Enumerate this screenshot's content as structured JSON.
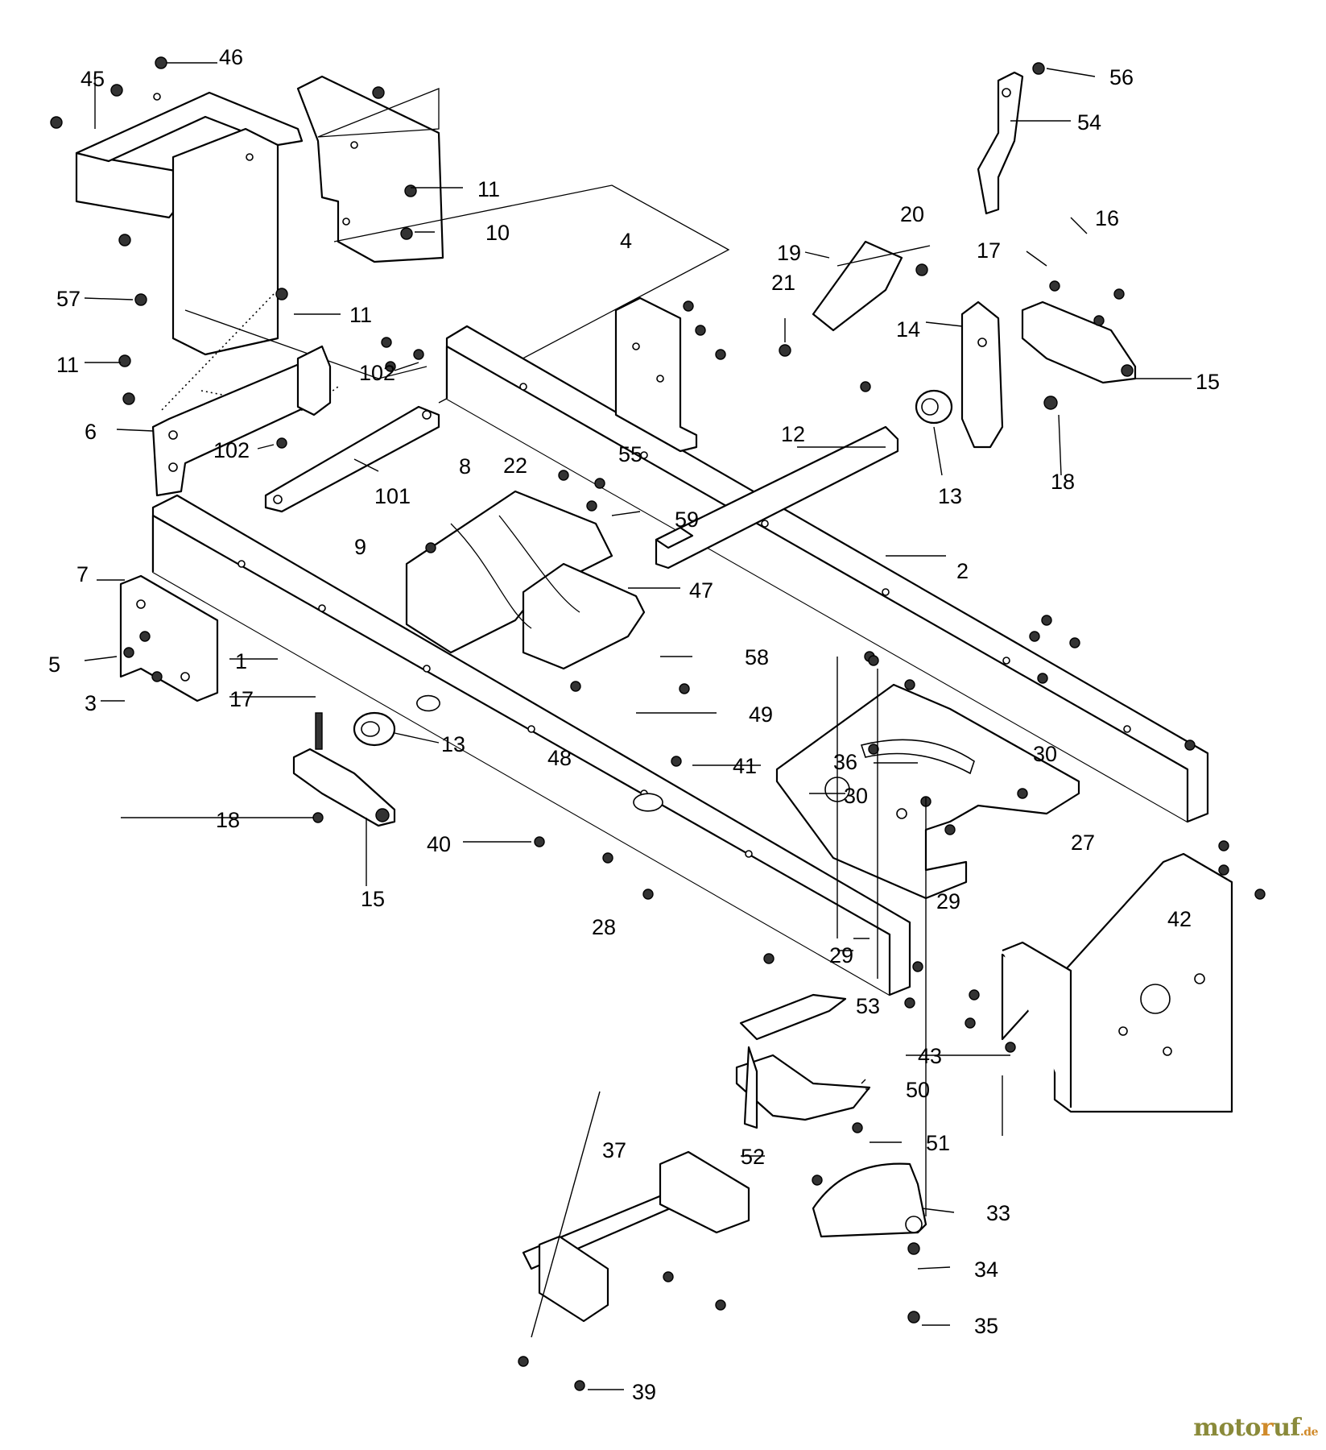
{
  "diagram": {
    "labels": [
      {
        "id": "l46a",
        "text": "46"
      },
      {
        "id": "l45",
        "text": "45"
      },
      {
        "id": "l11a",
        "text": "11"
      },
      {
        "id": "l10",
        "text": "10"
      },
      {
        "id": "l57",
        "text": "57"
      },
      {
        "id": "l11b",
        "text": "11"
      },
      {
        "id": "l11c",
        "text": "11"
      },
      {
        "id": "l102a",
        "text": "102"
      },
      {
        "id": "l6",
        "text": "6"
      },
      {
        "id": "l102b",
        "text": "102"
      },
      {
        "id": "l101",
        "text": "101"
      },
      {
        "id": "l7",
        "text": "7"
      },
      {
        "id": "l4",
        "text": "4"
      },
      {
        "id": "l8",
        "text": "8"
      },
      {
        "id": "l22",
        "text": "22"
      },
      {
        "id": "l55",
        "text": "55"
      },
      {
        "id": "l59",
        "text": "59"
      },
      {
        "id": "l9",
        "text": "9"
      },
      {
        "id": "l47",
        "text": "47"
      },
      {
        "id": "l58",
        "text": "58"
      },
      {
        "id": "l49",
        "text": "49"
      },
      {
        "id": "l5",
        "text": "5"
      },
      {
        "id": "l1",
        "text": "1"
      },
      {
        "id": "l3",
        "text": "3"
      },
      {
        "id": "l17a",
        "text": "17"
      },
      {
        "id": "l13a",
        "text": "13"
      },
      {
        "id": "l48",
        "text": "48"
      },
      {
        "id": "l18a",
        "text": "18"
      },
      {
        "id": "l15a",
        "text": "15"
      },
      {
        "id": "l40",
        "text": "40"
      },
      {
        "id": "l41",
        "text": "41"
      },
      {
        "id": "l28",
        "text": "28"
      },
      {
        "id": "l36",
        "text": "36"
      },
      {
        "id": "l30a",
        "text": "30"
      },
      {
        "id": "l30b",
        "text": "30"
      },
      {
        "id": "l27",
        "text": "27"
      },
      {
        "id": "l29a",
        "text": "29"
      },
      {
        "id": "l29b",
        "text": "29"
      },
      {
        "id": "l42",
        "text": "42"
      },
      {
        "id": "l43",
        "text": "43"
      },
      {
        "id": "l53",
        "text": "53"
      },
      {
        "id": "l50",
        "text": "50"
      },
      {
        "id": "l51",
        "text": "51"
      },
      {
        "id": "l52",
        "text": "52"
      },
      {
        "id": "l33",
        "text": "33"
      },
      {
        "id": "l34",
        "text": "34"
      },
      {
        "id": "l35",
        "text": "35"
      },
      {
        "id": "l37",
        "text": "37"
      },
      {
        "id": "l39",
        "text": "39"
      },
      {
        "id": "l56",
        "text": "56"
      },
      {
        "id": "l54",
        "text": "54"
      },
      {
        "id": "l20",
        "text": "20"
      },
      {
        "id": "l19",
        "text": "19"
      },
      {
        "id": "l21",
        "text": "21"
      },
      {
        "id": "l17b",
        "text": "17"
      },
      {
        "id": "l16",
        "text": "16"
      },
      {
        "id": "l14",
        "text": "14"
      },
      {
        "id": "l15b",
        "text": "15"
      },
      {
        "id": "l13b",
        "text": "13"
      },
      {
        "id": "l18b",
        "text": "18"
      },
      {
        "id": "l12",
        "text": "12"
      },
      {
        "id": "l2",
        "text": "2"
      }
    ]
  },
  "watermark": {
    "name_a": "moto",
    "name_f": "r",
    "name_b": "uf",
    "tld": ".de"
  },
  "colors": {
    "line": "#000000",
    "background": "#ffffff",
    "brand": "#8a8a3a",
    "brand_accent": "#d08a2a"
  }
}
